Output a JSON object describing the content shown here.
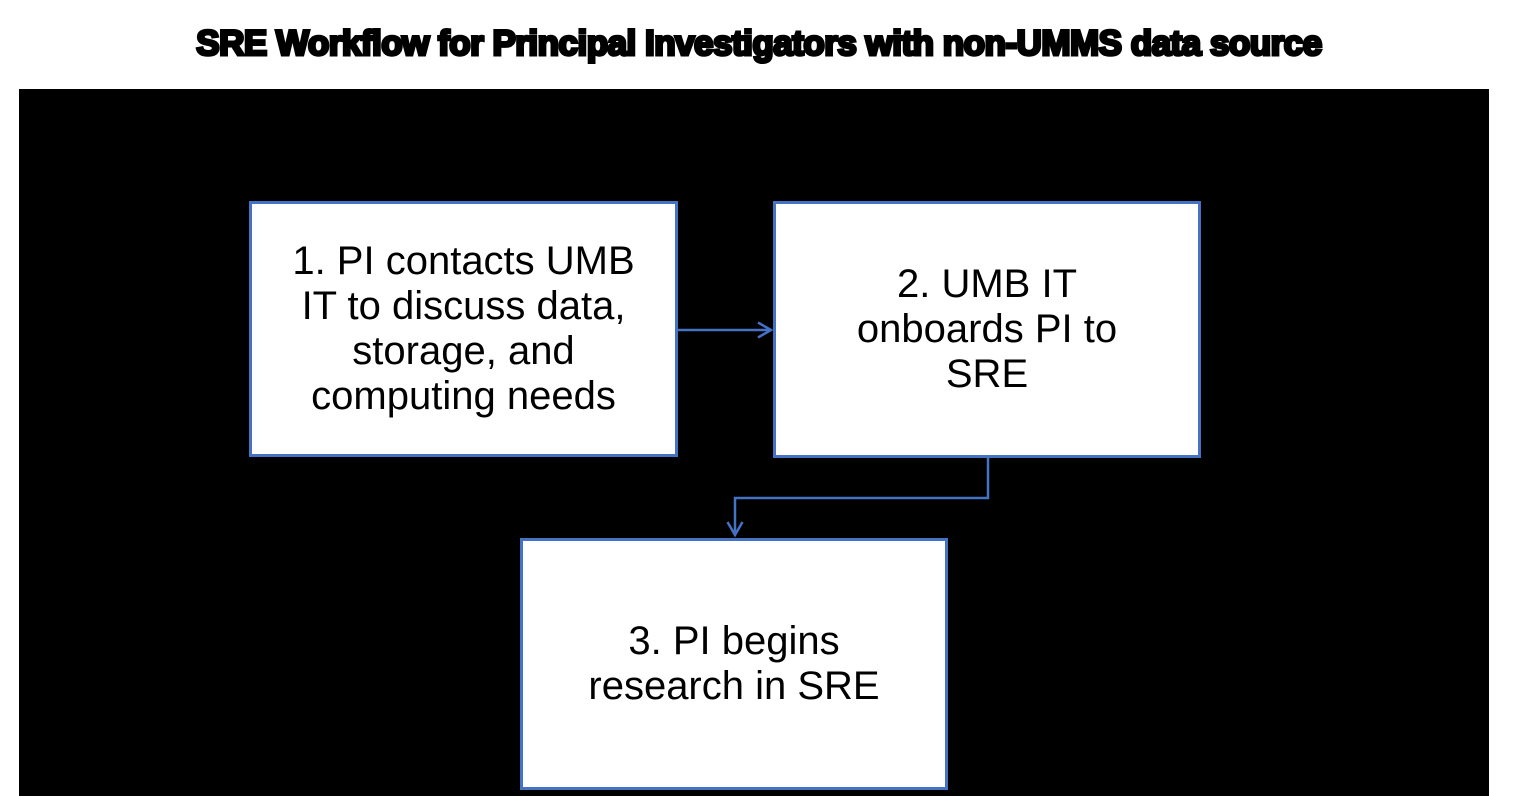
{
  "title": "SRE Workflow for Principal Investigators with non-UMMS data source",
  "colors": {
    "accent_blue": "#4472C4",
    "canvas_background": "#000000",
    "box_background": "#FFFFFF",
    "text": "#000000"
  },
  "diagram": {
    "steps": [
      {
        "id": "step-1",
        "lines": [
          "1. PI contacts UMB",
          "IT to discuss data,",
          "storage, and",
          "computing needs"
        ]
      },
      {
        "id": "step-2",
        "lines": [
          "2. UMB IT",
          "onboards PI to",
          "SRE"
        ]
      },
      {
        "id": "step-3",
        "lines": [
          "3. PI begins",
          "research in SRE"
        ]
      }
    ],
    "connections": [
      {
        "from": "step-1",
        "to": "step-2",
        "style": "straight-arrow-right"
      },
      {
        "from": "step-2",
        "to": "step-3",
        "style": "elbow-arrow-down"
      }
    ]
  }
}
